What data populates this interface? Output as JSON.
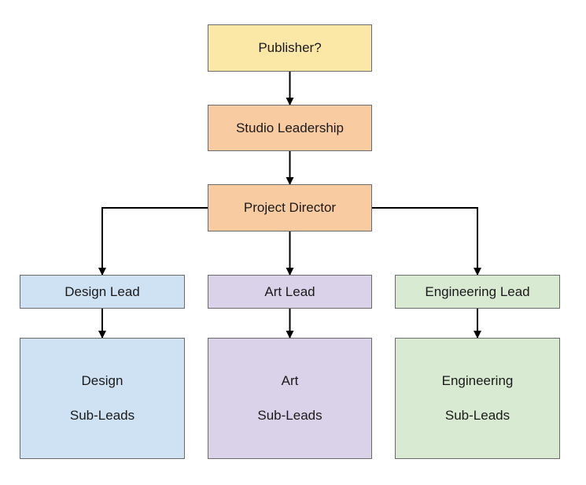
{
  "diagram": {
    "nodes": {
      "publisher": {
        "label": "Publisher?",
        "fill": "#fce8a6"
      },
      "studio_leadership": {
        "label": "Studio Leadership",
        "fill": "#f8cba1"
      },
      "project_director": {
        "label": "Project Director",
        "fill": "#f8cba1"
      },
      "design_lead": {
        "label": "Design Lead",
        "fill": "#cfe2f3"
      },
      "art_lead": {
        "label": "Art Lead",
        "fill": "#d9d2e9"
      },
      "engineering_lead": {
        "label": "Engineering Lead",
        "fill": "#d9ead3"
      },
      "design_subleads": {
        "line1": "Design",
        "line2": "Sub-Leads",
        "fill": "#cfe2f3"
      },
      "art_subleads": {
        "line1": "Art",
        "line2": "Sub-Leads",
        "fill": "#d9d2e9"
      },
      "engineering_subleads": {
        "line1": "Engineering",
        "line2": "Sub-Leads",
        "fill": "#d9ead3"
      }
    },
    "edges": [
      {
        "from": "publisher",
        "to": "studio_leadership"
      },
      {
        "from": "studio_leadership",
        "to": "project_director"
      },
      {
        "from": "project_director",
        "to": "design_lead"
      },
      {
        "from": "project_director",
        "to": "art_lead"
      },
      {
        "from": "project_director",
        "to": "engineering_lead"
      },
      {
        "from": "design_lead",
        "to": "design_subleads"
      },
      {
        "from": "art_lead",
        "to": "art_subleads"
      },
      {
        "from": "engineering_lead",
        "to": "engineering_subleads"
      }
    ],
    "line_color": "#000000"
  }
}
